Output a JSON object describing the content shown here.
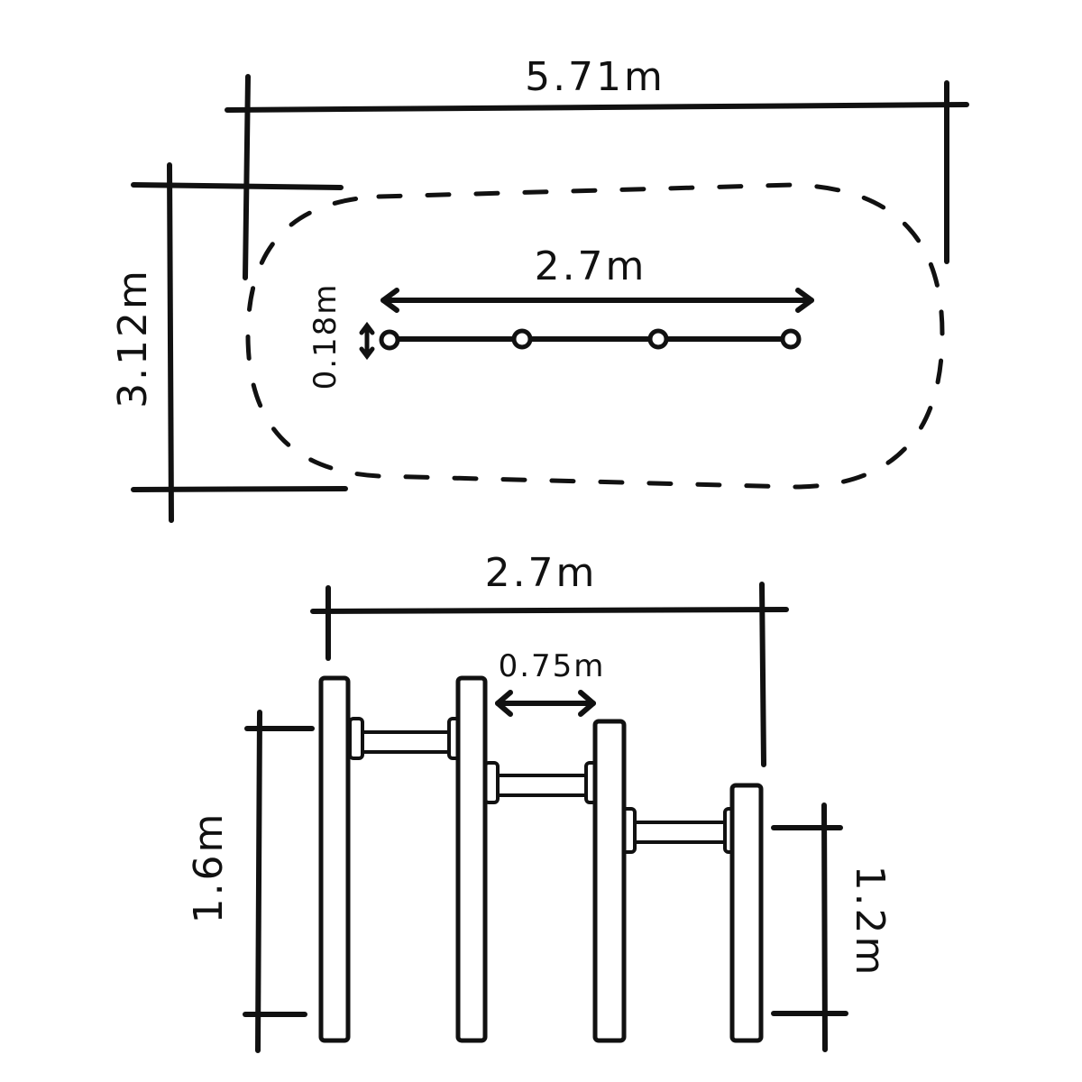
{
  "plan_view": {
    "overall_length": "5.71m",
    "overall_width": "3.12m",
    "bar_span": "2.7m",
    "post_diameter": "0.18m",
    "post_count": 4
  },
  "elevation_view": {
    "bar_span": "2.7m",
    "bar_spacing": "0.75m",
    "tallest_height": "1.6m",
    "shortest_height": "1.2m",
    "post_count": 4
  }
}
